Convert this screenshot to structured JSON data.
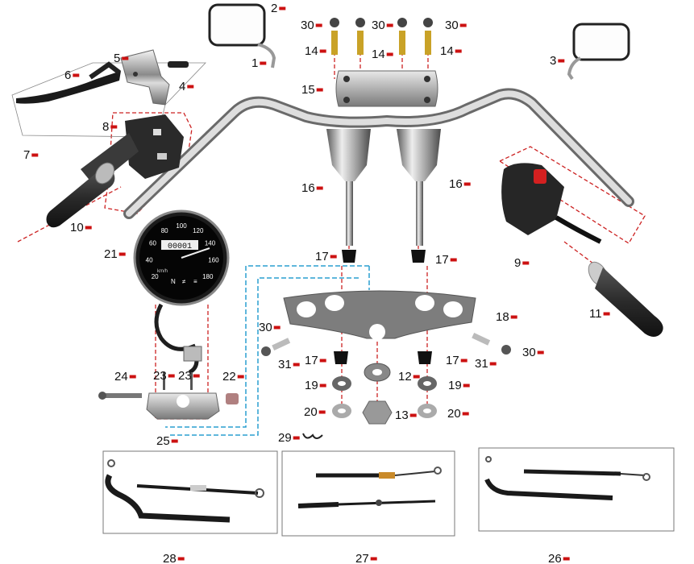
{
  "diagram": {
    "callouts": {
      "c1": "1",
      "c2": "2",
      "c3": "3",
      "c4": "4",
      "c5": "5",
      "c6": "6",
      "c7": "7",
      "c8": "8",
      "c9": "9",
      "c10": "10",
      "c11": "11",
      "c12": "12",
      "c13": "13",
      "c14a": "14",
      "c14b": "14",
      "c14c": "14",
      "c15": "15",
      "c16a": "16",
      "c16b": "16",
      "c17a": "17",
      "c17b": "17",
      "c17c": "17",
      "c17d": "17",
      "c18": "18",
      "c19a": "19",
      "c19b": "19",
      "c20a": "20",
      "c20b": "20",
      "c21": "21",
      "c22": "22",
      "c23a": "23",
      "c23b": "23",
      "c24": "24",
      "c25": "25",
      "c26": "26",
      "c27": "27",
      "c28": "28",
      "c29": "29",
      "c30a": "30",
      "c30b": "30",
      "c30c": "30",
      "c30d": "30",
      "c30e": "30",
      "c31a": "31",
      "c31b": "31"
    },
    "speedometer": {
      "odometer": "00001",
      "scale": [
        "20",
        "40",
        "60",
        "80",
        "100",
        "120",
        "140",
        "160",
        "180"
      ],
      "unit": "km/h",
      "indicators": [
        "N",
        "≠",
        "≡"
      ]
    },
    "colors": {
      "callout_mark": "#cc1111",
      "guide_red": "#cc2222",
      "guide_blue": "#2a9fd0"
    }
  }
}
